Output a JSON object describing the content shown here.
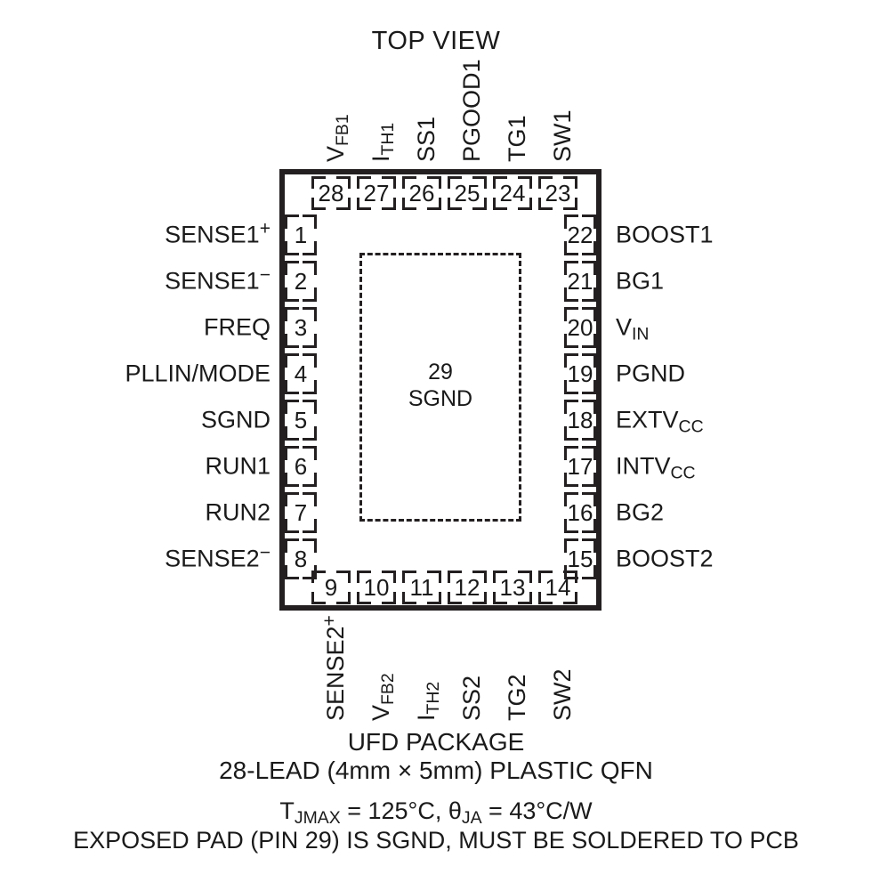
{
  "title": "TOP VIEW",
  "package": {
    "exposed_pad": {
      "pin_number": "29",
      "label": "SGND",
      "text": "29\nSGND"
    }
  },
  "pins": {
    "left": [
      {
        "number": "1",
        "label": "SENSE1",
        "sup": "+"
      },
      {
        "number": "2",
        "label": "SENSE1",
        "sup": "−"
      },
      {
        "number": "3",
        "label": "FREQ",
        "sup": ""
      },
      {
        "number": "4",
        "label": "PLLIN/MODE",
        "sup": ""
      },
      {
        "number": "5",
        "label": "SGND",
        "sup": ""
      },
      {
        "number": "6",
        "label": "RUN1",
        "sup": ""
      },
      {
        "number": "7",
        "label": "RUN2",
        "sup": ""
      },
      {
        "number": "8",
        "label": "SENSE2",
        "sup": "−"
      }
    ],
    "bottom": [
      {
        "number": "9",
        "label": "SENSE2",
        "sub": "",
        "sup": "+"
      },
      {
        "number": "10",
        "label": "V",
        "sub": "FB2",
        "sup": ""
      },
      {
        "number": "11",
        "label": "I",
        "sub": "TH2",
        "sup": ""
      },
      {
        "number": "12",
        "label": "SS2",
        "sub": "",
        "sup": ""
      },
      {
        "number": "13",
        "label": "TG2",
        "sub": "",
        "sup": ""
      },
      {
        "number": "14",
        "label": "SW2",
        "sub": "",
        "sup": ""
      }
    ],
    "right": [
      {
        "number": "22",
        "label": "BOOST1",
        "sub": ""
      },
      {
        "number": "21",
        "label": "BG1",
        "sub": ""
      },
      {
        "number": "20",
        "label": "V",
        "sub": "IN"
      },
      {
        "number": "19",
        "label": "PGND",
        "sub": ""
      },
      {
        "number": "18",
        "label": "EXTV",
        "sub": "CC"
      },
      {
        "number": "17",
        "label": "INTV",
        "sub": "CC"
      },
      {
        "number": "16",
        "label": "BG2",
        "sub": ""
      },
      {
        "number": "15",
        "label": "BOOST2",
        "sub": ""
      }
    ],
    "top": [
      {
        "number": "28",
        "label": "V",
        "sub": "FB1"
      },
      {
        "number": "27",
        "label": "I",
        "sub": "TH1"
      },
      {
        "number": "26",
        "label": "SS1",
        "sub": ""
      },
      {
        "number": "25",
        "label": "PGOOD1",
        "sub": ""
      },
      {
        "number": "24",
        "label": "TG1",
        "sub": ""
      },
      {
        "number": "23",
        "label": "SW1",
        "sub": ""
      }
    ]
  },
  "caption": {
    "line1": "UFD PACKAGE",
    "line2": "28-LEAD (4mm × 5mm) PLASTIC QFN",
    "line3_prefix": "T",
    "line3_sub1": "JMAX",
    "line3_mid": " = 125°C, ",
    "line3_theta": "θ",
    "line3_sub2": "JA",
    "line3_suffix": " = 43°C/W",
    "line3_full": "TJMAX = 125°C, θJA = 43°C/W",
    "line4": "EXPOSED PAD (PIN 29) IS SGND, MUST BE SOLDERED TO PCB"
  },
  "colors": {
    "ink": "#231f20",
    "background": "#ffffff"
  }
}
